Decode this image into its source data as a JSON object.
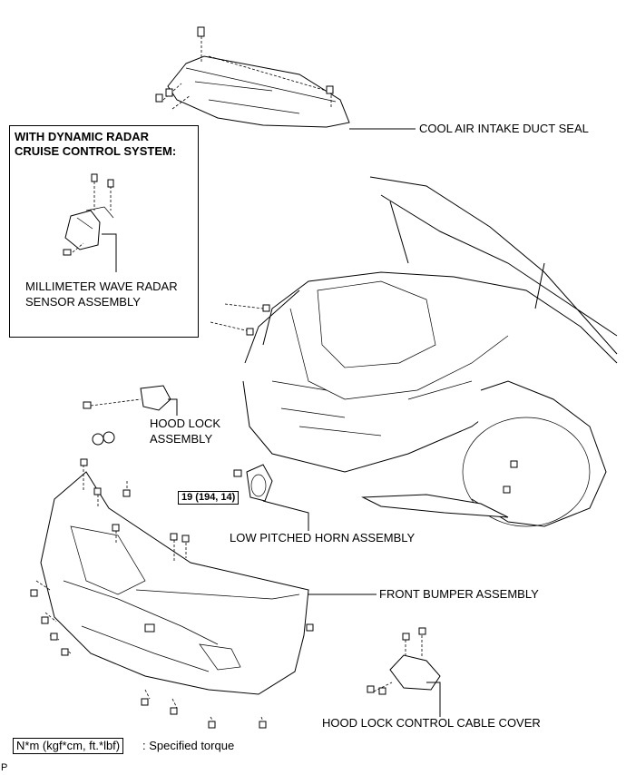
{
  "inset": {
    "title_line1": "WITH DYNAMIC RADAR",
    "title_line2": "CRUISE CONTROL SYSTEM:",
    "part_line1": "MILLIMETER WAVE RADAR",
    "part_line2": "SENSOR ASSEMBLY"
  },
  "labels": {
    "cool_air": "COOL AIR INTAKE DUCT SEAL",
    "hood_lock_line1": "HOOD LOCK",
    "hood_lock_line2": "ASSEMBLY",
    "horn": "LOW PITCHED HORN ASSEMBLY",
    "bumper": "FRONT BUMPER ASSEMBLY",
    "cable_cover": "HOOD LOCK CONTROL CABLE COVER"
  },
  "torque": {
    "value": "19 (194, 14)"
  },
  "legend": {
    "box": "N*m (kgf*cm, ft.*lbf)",
    "text": ": Specified torque"
  },
  "corner_code": "P"
}
